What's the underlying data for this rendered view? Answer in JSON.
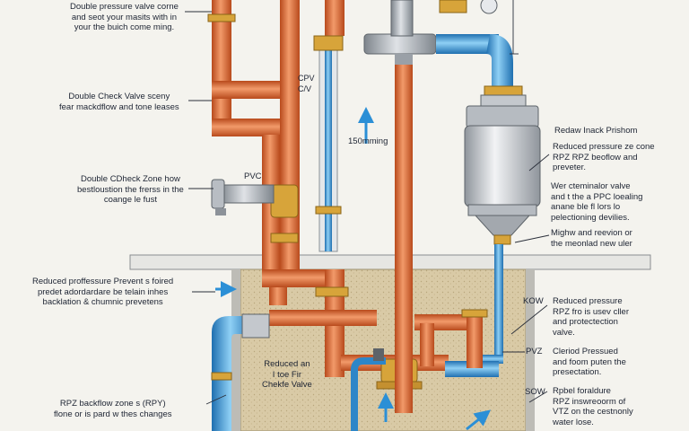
{
  "labels": {
    "top_left": [
      "Double pressure valve corne",
      "and seot your masits with in",
      "your the buich come ming."
    ],
    "double_check_valve": [
      "Double Check Valve sceny",
      "fear mackdflow and tone leases"
    ],
    "double_check_zone": [
      "Double CDheck Zone how",
      "bestloustion the frerss in the",
      "coange le fust"
    ],
    "pvc": "PVC",
    "cpv": [
      "CPV",
      "C/V"
    ],
    "flow_rate": "150mming",
    "reduced_left": [
      "Reduced proffessure Prevent s foired",
      "predet adordardare be telain inhes",
      "backlation & chumnic prevetens"
    ],
    "reduced_center": [
      "Reduced an",
      "I toe Fir",
      "Chekfe Valve"
    ],
    "rpz_left": [
      "RPZ backflow zone s (RPY)",
      "flone or is pard w thes changes"
    ],
    "right_title": "Redaw Inack Prishom",
    "right_rpz": [
      "Reduced pressure ze cone",
      "RPZ RPZ beoflow and",
      "preveter."
    ],
    "right_water": [
      "Wer cteminalor valve",
      "and t the a PPC loealing",
      "anane ble fl lors lo",
      "pelectioning devilies."
    ],
    "right_highe": [
      "Mighw and reevion or",
      "the meonlad new uler"
    ],
    "kow": "KOW",
    "right_reduced": [
      "Reduced pressure",
      "RPZ fro is usev cller",
      "and protectection",
      "valve."
    ],
    "pvz": "PVZ",
    "right_cleriod": [
      "Cleriod Pressued",
      "and foom puten the",
      "presectation."
    ],
    "sow": "SOW",
    "right_rpbel": [
      "Rpbel foraldure",
      "RPZ inswreoorm of",
      "VTZ on the cestnonly",
      "water lose."
    ]
  },
  "colors": {
    "copper": "#d9642e",
    "copper_light": "#f29a6a",
    "blue_pipe": "#2d86c8",
    "blue_light": "#7fc4ee",
    "brass": "#d7a43a",
    "gray_valve": "#a9aeb5",
    "ground": "#d8c9a8",
    "arrow": "#2b8fd6"
  },
  "icons": [
    "flow-arrow-icon",
    "gate-valve-icon",
    "rpz-valve-icon",
    "pressure-gauge-icon"
  ]
}
